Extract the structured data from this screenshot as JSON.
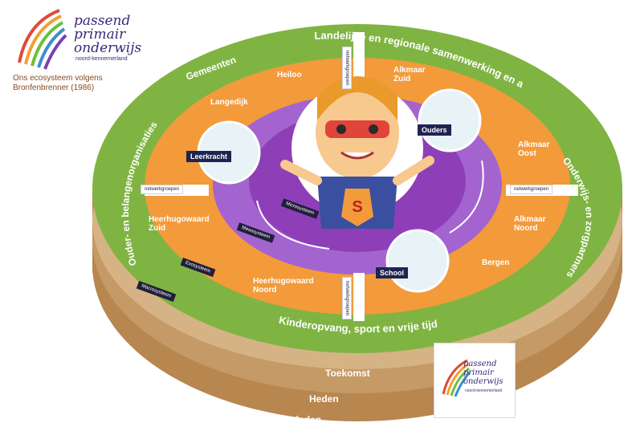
{
  "logo": {
    "line1": "passend",
    "line2": "primair",
    "line3": "onderwijs",
    "region": "noord-kennemerland"
  },
  "caption": {
    "line1": "Ons ecosysteem volgens",
    "line2": "Bronfenbrenner (1986)"
  },
  "rings": {
    "outer_top": "Landelijke en regionale samenwerking en ambities",
    "outer_right": "Onderwijs- en zorgpartners",
    "outer_bottom": "Kinderopvang, sport en vrije tijd",
    "outer_left": "Ouder- en belangenorganisaties",
    "gemeenten": "Gemeenten"
  },
  "municipalities": [
    "Heiloo",
    "Langedijk",
    "Alkmaar Zuid",
    "Alkmaar Oost",
    "Alkmaar Noord",
    "Bergen",
    "Heerhugowaard Zuid",
    "Heerhugowaard Noord"
  ],
  "microsystems": {
    "ouders": "Ouders",
    "leerkracht": "Leerkracht",
    "school": "School"
  },
  "networks": {
    "top": "netwerkgroepen",
    "left": "netwerkgroepen",
    "right": "netwerkgroepen",
    "bottom": "netwerkgroepen"
  },
  "systems": {
    "micro": "Microsysteem",
    "meso": "Mesosysteem",
    "exo": "Exosysteem",
    "macro": "Macrosysteem"
  },
  "layers": {
    "toekomst": "Toekomst",
    "heden": "Heden",
    "verleden": "Verleden"
  },
  "colors": {
    "green": "#7fb443",
    "orange": "#f39a3b",
    "purple": "#8e3fb8",
    "soil_dark": "#9a6a3c",
    "soil_light": "#c79a68",
    "navy": "#1f2450"
  }
}
